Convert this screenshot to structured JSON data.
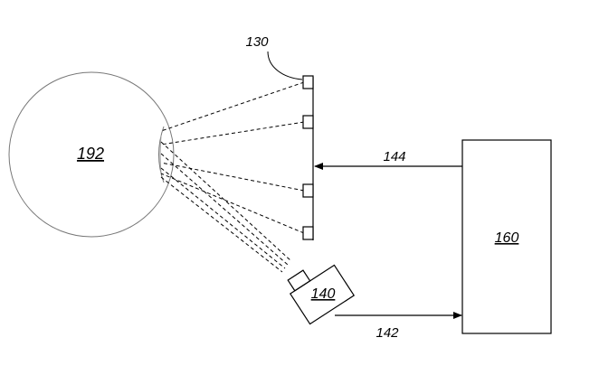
{
  "figure": {
    "line_color": "#000000",
    "background": "#ffffff",
    "eye": {
      "label": "192"
    },
    "emitter_array": {
      "label": "130",
      "emitter_count": 4
    },
    "camera": {
      "label": "140"
    },
    "controller": {
      "label": "160"
    },
    "arrows": [
      {
        "label": "144",
        "from": "controller",
        "to": "emitter_array"
      },
      {
        "label": "142",
        "from": "camera",
        "to": "controller"
      }
    ]
  }
}
